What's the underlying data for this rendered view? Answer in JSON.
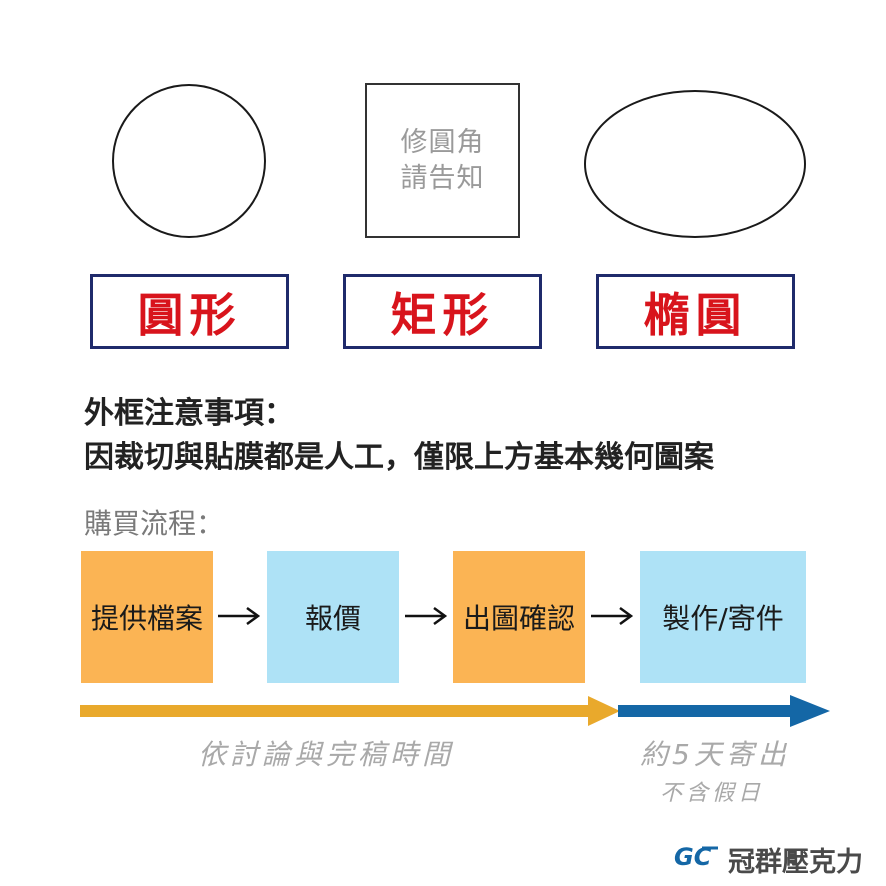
{
  "shapes": {
    "square_note_line1": "修圓角",
    "square_note_line2": "請告知"
  },
  "labels": [
    "圓形",
    "矩形",
    "橢圓"
  ],
  "notes": {
    "line1": "外框注意事項：",
    "line2": "因裁切與貼膜都是人工，僅限上方基本幾何圖案"
  },
  "process": {
    "title": "購買流程：",
    "steps": [
      "提供檔案",
      "報價",
      "出圖確認",
      "製作/寄件"
    ]
  },
  "timeline": {
    "left_label": "依討論與完稿時間",
    "right_label": "約5天寄出",
    "right_sublabel": "不含假日",
    "colors": {
      "left": "#e9a92c",
      "right": "#1467a6"
    }
  },
  "brand": {
    "logo_text": "GC",
    "name": "冠群壓克力"
  }
}
